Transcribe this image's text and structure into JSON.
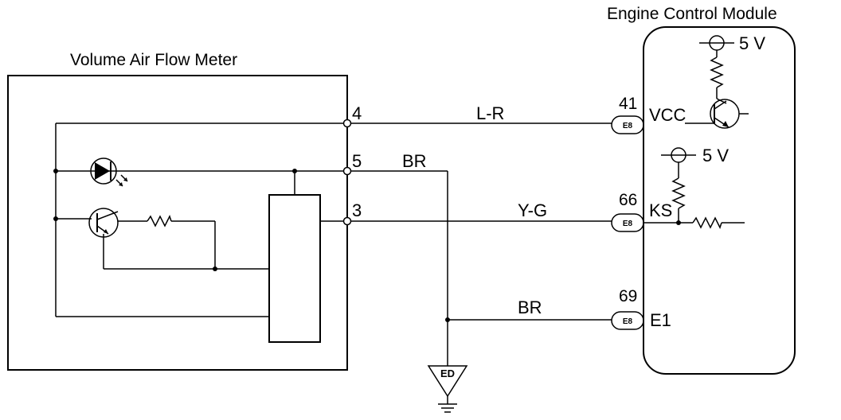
{
  "titles": {
    "meter": "Volume Air Flow Meter",
    "ecm": "Engine Control Module"
  },
  "meter_terminals": [
    "4",
    "5",
    "3"
  ],
  "wires": {
    "lr": "L-R",
    "br_top": "BR",
    "yg": "Y-G",
    "br_bottom": "BR"
  },
  "ecm_pins": [
    {
      "number": "41",
      "connector": "E8",
      "signal": "VCC"
    },
    {
      "number": "66",
      "connector": "E8",
      "signal": "KS"
    },
    {
      "number": "69",
      "connector": "E8",
      "signal": "E1"
    }
  ],
  "supplies": [
    "5 V",
    "5 V"
  ],
  "ground": "ED",
  "colors": {
    "ink": "#000000",
    "paper": "#ffffff"
  }
}
